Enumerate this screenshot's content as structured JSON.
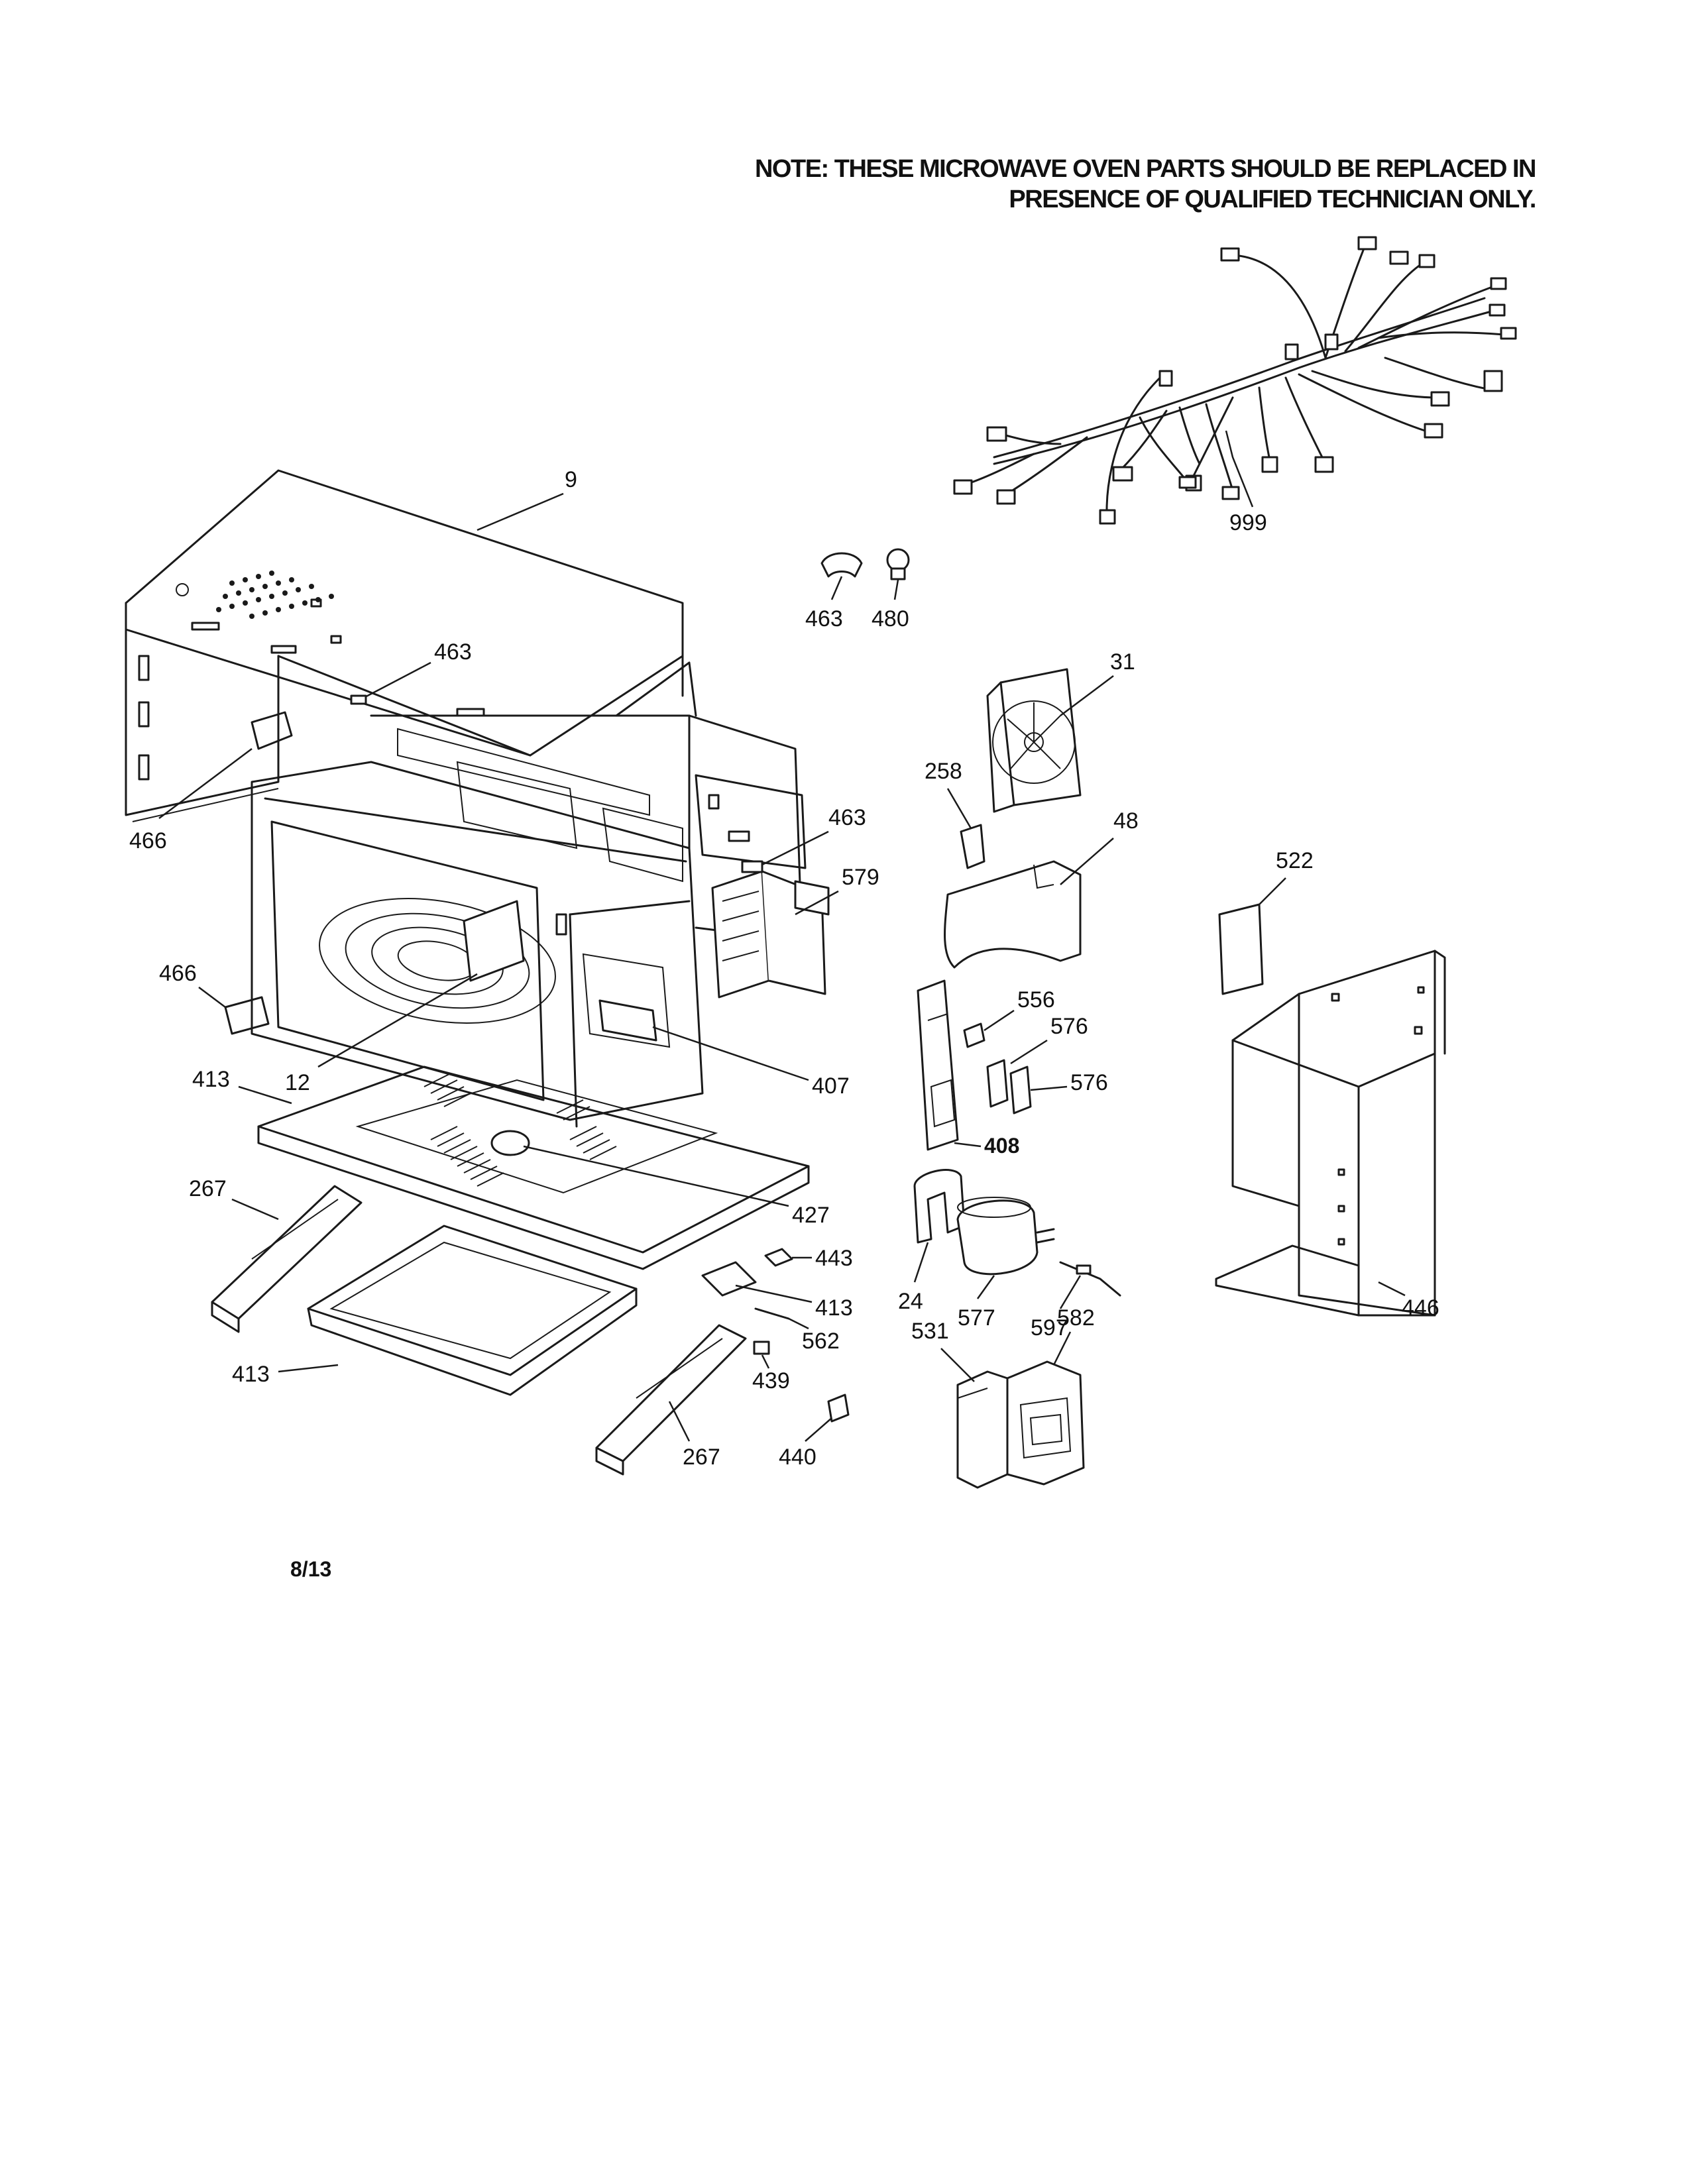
{
  "note": {
    "line1": "NOTE: THESE MICROWAVE OVEN PARTS SHOULD BE REPLACED IN",
    "line2": "PRESENCE OF QUALIFIED TECHNICIAN ONLY."
  },
  "footer": {
    "page_code": "8/13"
  },
  "part_labels": {
    "p9": "9",
    "p999": "999",
    "p463_a": "463",
    "p480": "480",
    "p463_b": "463",
    "p31": "31",
    "p258": "258",
    "p463_c": "463",
    "p579": "579",
    "p48": "48",
    "p522": "522",
    "p466_a": "466",
    "p466_b": "466",
    "p12": "12",
    "p556": "556",
    "p576_a": "576",
    "p576_b": "576",
    "p407": "407",
    "p413_a": "413",
    "p408": "408",
    "p267_a": "267",
    "p427": "427",
    "p443": "443",
    "p413_b": "413",
    "p24": "24",
    "p577": "577",
    "p597": "597",
    "p446": "446",
    "p413_c": "413",
    "p562": "562",
    "p439": "439",
    "p267_b": "267",
    "p440": "440",
    "p531": "531",
    "p582": "582"
  }
}
